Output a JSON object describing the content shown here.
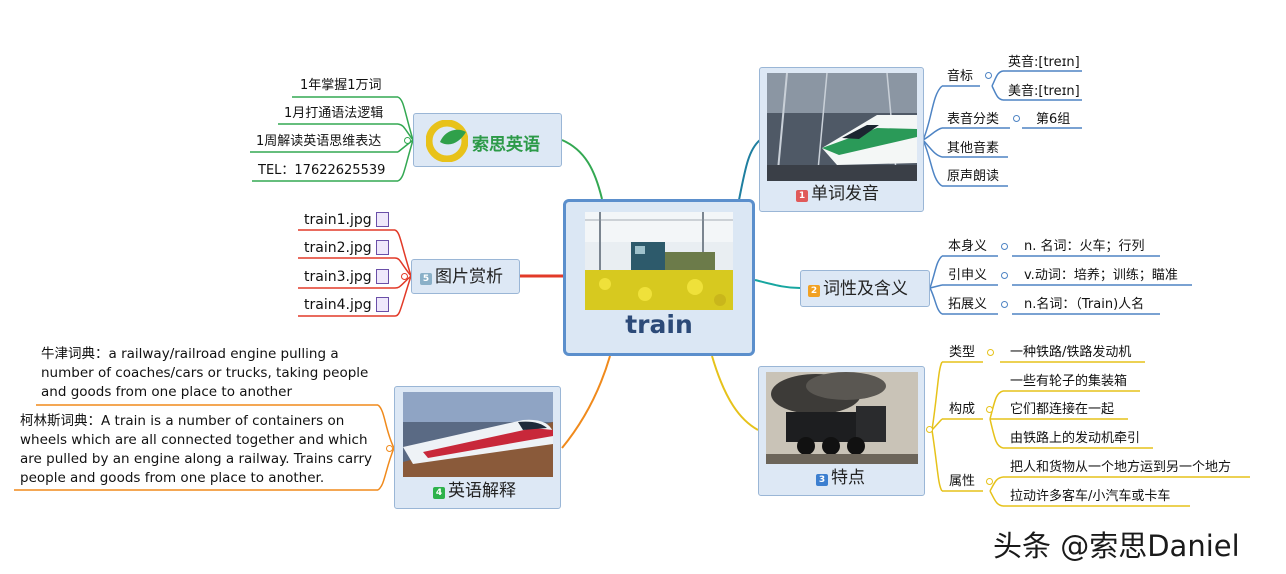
{
  "center": {
    "title": "train"
  },
  "branches": {
    "pronunciation": {
      "number": "1",
      "label": "单词发音",
      "items": [
        {
          "label": "音标",
          "children": [
            "英音:[treɪn]",
            "美音:[treɪn]"
          ]
        },
        {
          "label": "表音分类",
          "children": [
            "第6组"
          ]
        },
        {
          "label": "其他音素",
          "children": []
        },
        {
          "label": "原声朗读",
          "children": []
        }
      ]
    },
    "meaning": {
      "number": "2",
      "label": "词性及含义",
      "items": [
        {
          "label": "本身义",
          "value": "n. 名词：火车；行列"
        },
        {
          "label": "引申义",
          "value": "v.动词：培养；训练；瞄准"
        },
        {
          "label": "拓展义",
          "value": "n.名词：（Train)人名"
        }
      ]
    },
    "features": {
      "number": "3",
      "label": "特点",
      "items": [
        {
          "label": "类型",
          "children": [
            "一种铁路/铁路发动机"
          ]
        },
        {
          "label": "构成",
          "children": [
            "一些有轮子的集装箱",
            "它们都连接在一起",
            "由铁路上的发动机牵引"
          ]
        },
        {
          "label": "属性",
          "children": [
            "把人和货物从一个地方运到另一个地方",
            "拉动许多客车/小汽车或卡车"
          ]
        }
      ]
    },
    "english": {
      "number": "4",
      "label": "英语解释",
      "items": [
        "牛津词典：a railway/railroad engine pulling a number of coaches/cars or trucks, taking people and goods from one place to another",
        "柯林斯词典：A train is a number of containers on wheels which are all connected together and which are pulled by an engine along a railway. Trains carry people and goods from one place to another."
      ]
    },
    "pictures": {
      "number": "5",
      "label": "图片赏析",
      "items": [
        "train1.jpg",
        "train2.jpg",
        "train3.jpg",
        "train4.jpg"
      ]
    },
    "brand": {
      "logo_text": "索思英语",
      "items": [
        "1年掌握1万词",
        "1月打通语法逻辑",
        "1周解读英语思维表达",
        "TEL：17622625539"
      ]
    }
  },
  "colors": {
    "pronunciation": "#1f7fa0",
    "meaning": "#17a6a0",
    "features": "#e6c21a",
    "english": "#f08a1c",
    "pictures": "#e23a28",
    "brand": "#33a852",
    "badge1": "#e05a5a",
    "badge2": "#f2a122",
    "badge3": "#3c7fd0",
    "badge4": "#2db24b",
    "badge5": "#8ab0c8",
    "child_line": "#4e84c4"
  },
  "watermark": "头条 @索思Daniel"
}
